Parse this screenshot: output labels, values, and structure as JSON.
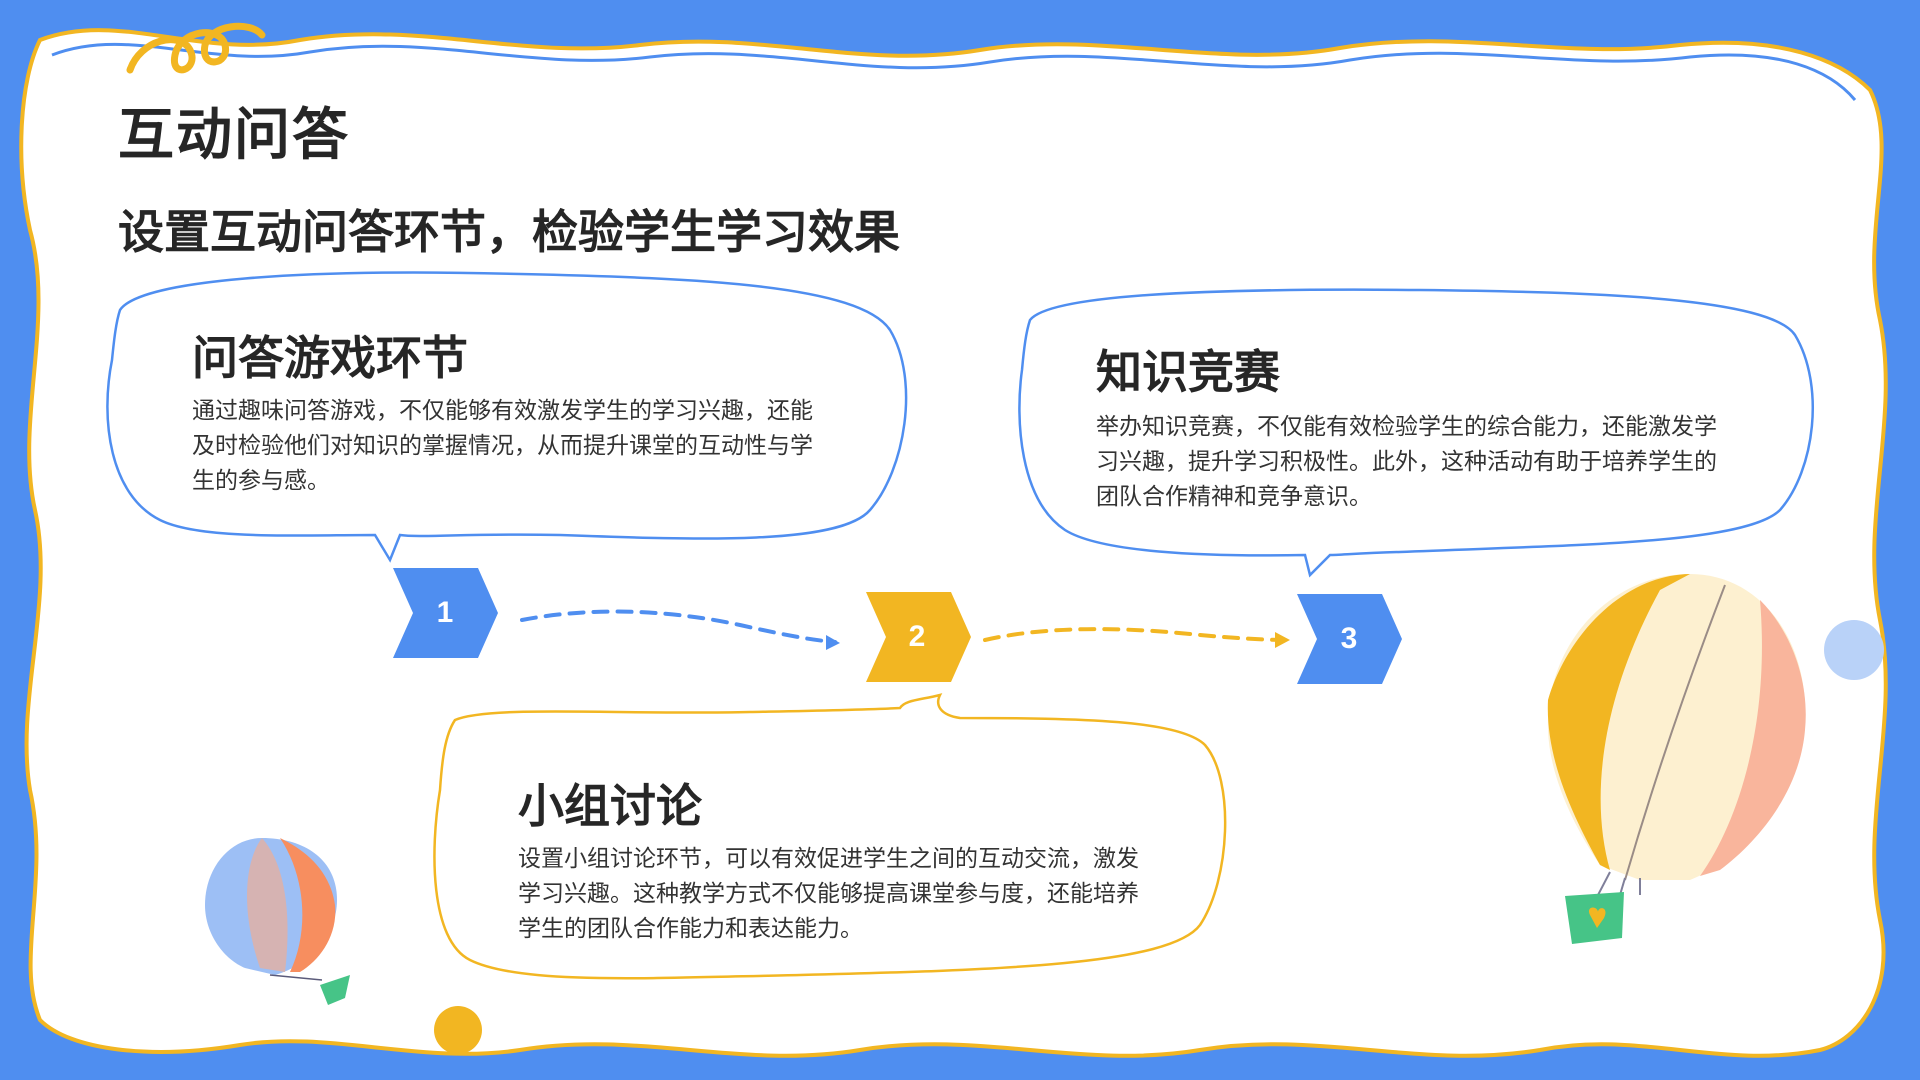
{
  "slide": {
    "title": "互动问答",
    "subtitle": "设置互动问答环节，检验学生学习效果"
  },
  "cards": [
    {
      "number": "1",
      "title": "问答游戏环节",
      "body": "通过趣味问答游戏，不仅能够有效激发学生的学习兴趣，还能及时检验他们对知识的掌握情况，从而提升课堂的互动性与学生的参与感。",
      "color": "#4f8ef0"
    },
    {
      "number": "2",
      "title": "小组讨论",
      "body": "设置小组讨论环节，可以有效促进学生之间的互动交流，激发学习兴趣。这种教学方式不仅能够提高课堂参与度，还能培养学生的团队合作能力和表达能力。",
      "color": "#f2b622"
    },
    {
      "number": "3",
      "title": "知识竞赛",
      "body": "举办知识竞赛，不仅能有效检验学生的综合能力，还能激发学习兴趣，提升学习积极性。此外，这种活动有助于培养学生的团队合作精神和竞争意识。",
      "color": "#4f8ef0"
    }
  ],
  "decorations": {
    "accent_blue": "#4f8ef0",
    "accent_yellow": "#f2b622",
    "icons": [
      "hot-air-balloon-icon",
      "swirl-icon",
      "dot-icon"
    ]
  }
}
